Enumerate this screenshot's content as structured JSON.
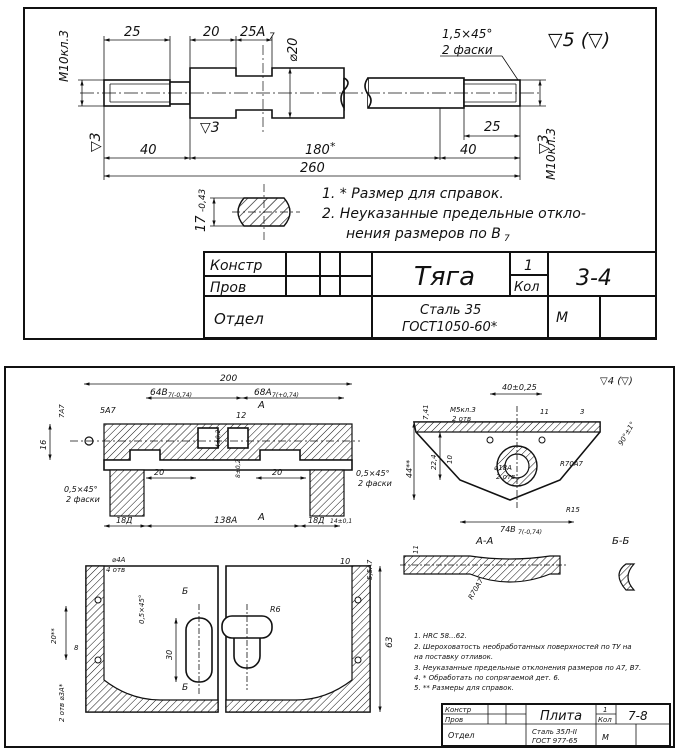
{
  "drawing1": {
    "dims": {
      "d25_left": "25",
      "d20": "20",
      "d25a7": "25A",
      "d25a7_sub": "7",
      "dia20": "⌀20",
      "chamfer": "1,5×45°",
      "chamfer2": "2 фаски",
      "m10_left": "M10кл.3",
      "m10_right": "M10кл.3",
      "d40_left": "40",
      "d180": "180",
      "d40_right": "40",
      "d25_right": "25",
      "d260": "260",
      "d17": "17",
      "d17_tol": "-0,43"
    },
    "roughness_main": "▽5 (▽)",
    "roughness_left": "▽3",
    "roughness_right": "▽3",
    "roughness_mid": "▽3",
    "notes": [
      "1. * Размер для справок.",
      "2. Неуказанные предельные откло-",
      "нения размеров по В",
      "7"
    ],
    "title_block": {
      "konstr": "Констр",
      "prov": "Пров",
      "otdel": "Отдел",
      "name": "Тяга",
      "qty": "1",
      "kol": "Кол",
      "code": "3-4",
      "material1": "Сталь 35",
      "material2": "ГОСТ1050-60*",
      "scale": "М"
    }
  },
  "drawing2": {
    "dims": {
      "d200": "200",
      "d64": "64В",
      "d64_tol": "7(-0,74)",
      "d68": "68А",
      "d68_tol": "7(+0,74)",
      "d5a7": "5А7",
      "d74": "7А7",
      "d12": "12",
      "d16": "16",
      "d20a": "20",
      "d20b": "20",
      "d4": "4±0,2",
      "d8": "8±0,2",
      "chamfer_l1": "0,5×45°",
      "chamfer_l2": "2 фаски",
      "chamfer_r1": "0,5×45°",
      "chamfer_r2": "2 фаски",
      "d18d_l": "18Д",
      "d138a": "138А",
      "d18d_r": "18Д",
      "d14": "14±0,1",
      "sec_a": "А",
      "d40": "40±0,25",
      "m5": "M5кл.3",
      "m5b": "2 отв",
      "d11": "11",
      "d3": "3",
      "d90": "90°±1°",
      "d44": "44**",
      "d22": "22,4",
      "d10": "10",
      "d7": "7,41",
      "dia18": "⌀18А",
      "dia18b": "2 отв",
      "r70": "R70А7",
      "r15": "R15",
      "d74b": "74В",
      "d74b_tol": "7(-0,74)",
      "dia4": "⌀4А",
      "dia4b": "4 отв",
      "d55": "5,5А7",
      "d30": "30",
      "d63": "63",
      "d20s": "20**",
      "d8b": "8",
      "r6": "R6",
      "chamfer_b": "0,5×45°",
      "dia3": "2 отв ⌀3А*",
      "aa": "А-А",
      "bb": "Б-Б",
      "b": "Б",
      "d11b": "11",
      "r70b": "R70А7"
    },
    "roughness": "▽4 (▽)",
    "notes": [
      "1. HRC 58...62.",
      "2. Шероховатость необработанных поверхностей по ТУ на",
      "    на поставку отливок.",
      "3. Неуказанные предельные отклонения размеров по А7, В7.",
      "4. * Обработать по сопрягаемой дет. 6.",
      "5. ** Размеры для справок."
    ],
    "title_block": {
      "konstr": "Констр",
      "prov": "Пров",
      "otdel": "Отдел",
      "name": "Плита",
      "qty": "1",
      "kol": "Кол",
      "code": "7-8",
      "material1": "Сталь 35Л-II",
      "material2": "ГОСТ 977-65",
      "scale": "М"
    }
  }
}
